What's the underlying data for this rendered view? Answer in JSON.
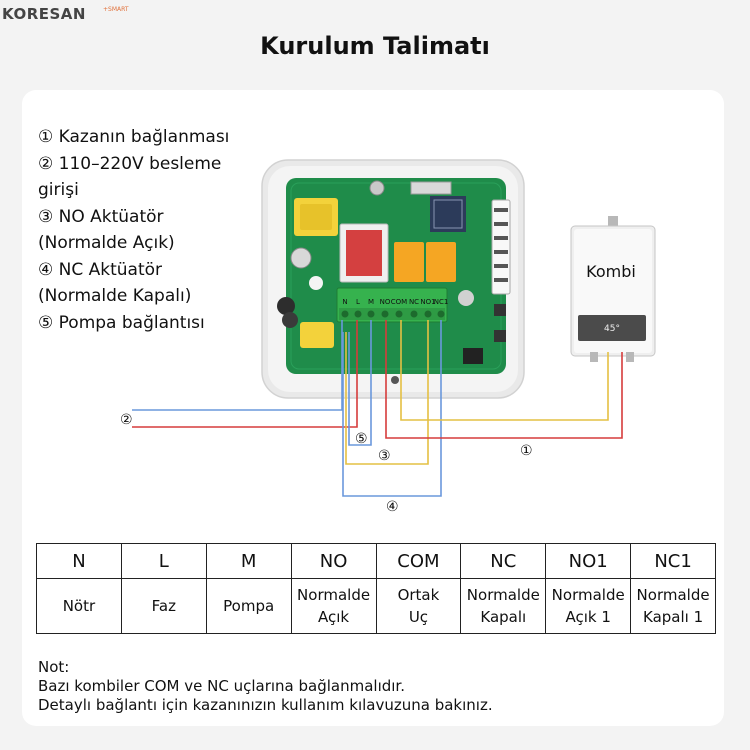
{
  "brand": {
    "name": "KORESAN",
    "suffix": "+SMART"
  },
  "title": "Kurulum Talimatı",
  "legend": [
    "① Kazanın bağlanması",
    "② 110–220V besleme",
    "girişi",
    "③ NO Aktüatör",
    "(Normalde Açık)",
    "④ NC Aktüatör",
    "(Normalde Kapalı)",
    "⑤ Pompa bağlantısı"
  ],
  "diagram": {
    "boiler_label": "Kombi",
    "boiler_display": "45°",
    "terminals": [
      "N",
      "L",
      "M",
      "NO",
      "COM",
      "NC",
      "NO1",
      "NC1"
    ],
    "callouts": [
      "①",
      "②",
      "③",
      "④",
      "⑤"
    ],
    "wire_colors": {
      "blue": "#6a98dc",
      "red": "#d63c3c",
      "yellow": "#e4c043"
    }
  },
  "table": {
    "headers": [
      "N",
      "L",
      "M",
      "NO",
      "COM",
      "NC",
      "NO1",
      "NC1"
    ],
    "descriptions": [
      [
        "Nötr"
      ],
      [
        "Faz"
      ],
      [
        "Pompa"
      ],
      [
        "Normalde",
        "Açık"
      ],
      [
        "Ortak",
        "Uç"
      ],
      [
        "Normalde",
        "Kapalı"
      ],
      [
        "Normalde",
        "Açık 1"
      ],
      [
        "Normalde",
        "Kapalı 1"
      ]
    ]
  },
  "note": {
    "heading": "Not:",
    "line1": "Bazı kombiler COM ve NC uçlarına bağlanmalıdır.",
    "line2": "Detaylı bağlantı için kazanınızın kullanım kılavuzuna bakınız."
  }
}
